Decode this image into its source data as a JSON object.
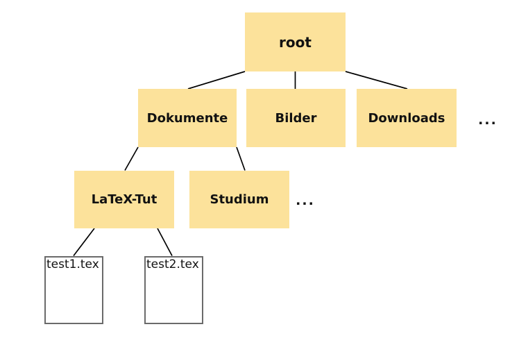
{
  "colors": {
    "folder_fill": "#FCE29B",
    "file_border": "#6A6A6A",
    "connector": "#000000"
  },
  "diagram": {
    "type": "file-system-tree",
    "nodes": {
      "root": {
        "label": "root",
        "kind": "folder"
      },
      "dokumente": {
        "label": "Dokumente",
        "kind": "folder"
      },
      "bilder": {
        "label": "Bilder",
        "kind": "folder"
      },
      "downloads": {
        "label": "Downloads",
        "kind": "folder"
      },
      "latex_tut": {
        "label": "LaTeX-Tut",
        "kind": "folder"
      },
      "studium": {
        "label": "Studium",
        "kind": "folder"
      },
      "test1": {
        "label": "test1.tex",
        "kind": "file"
      },
      "test2": {
        "label": "test2.tex",
        "kind": "file"
      }
    },
    "ellipsis": {
      "after_downloads": "...",
      "after_studium": "..."
    },
    "edges": [
      [
        "root",
        "dokumente"
      ],
      [
        "root",
        "bilder"
      ],
      [
        "root",
        "downloads"
      ],
      [
        "dokumente",
        "latex_tut"
      ],
      [
        "dokumente",
        "studium"
      ],
      [
        "latex_tut",
        "test1"
      ],
      [
        "latex_tut",
        "test2"
      ]
    ]
  }
}
